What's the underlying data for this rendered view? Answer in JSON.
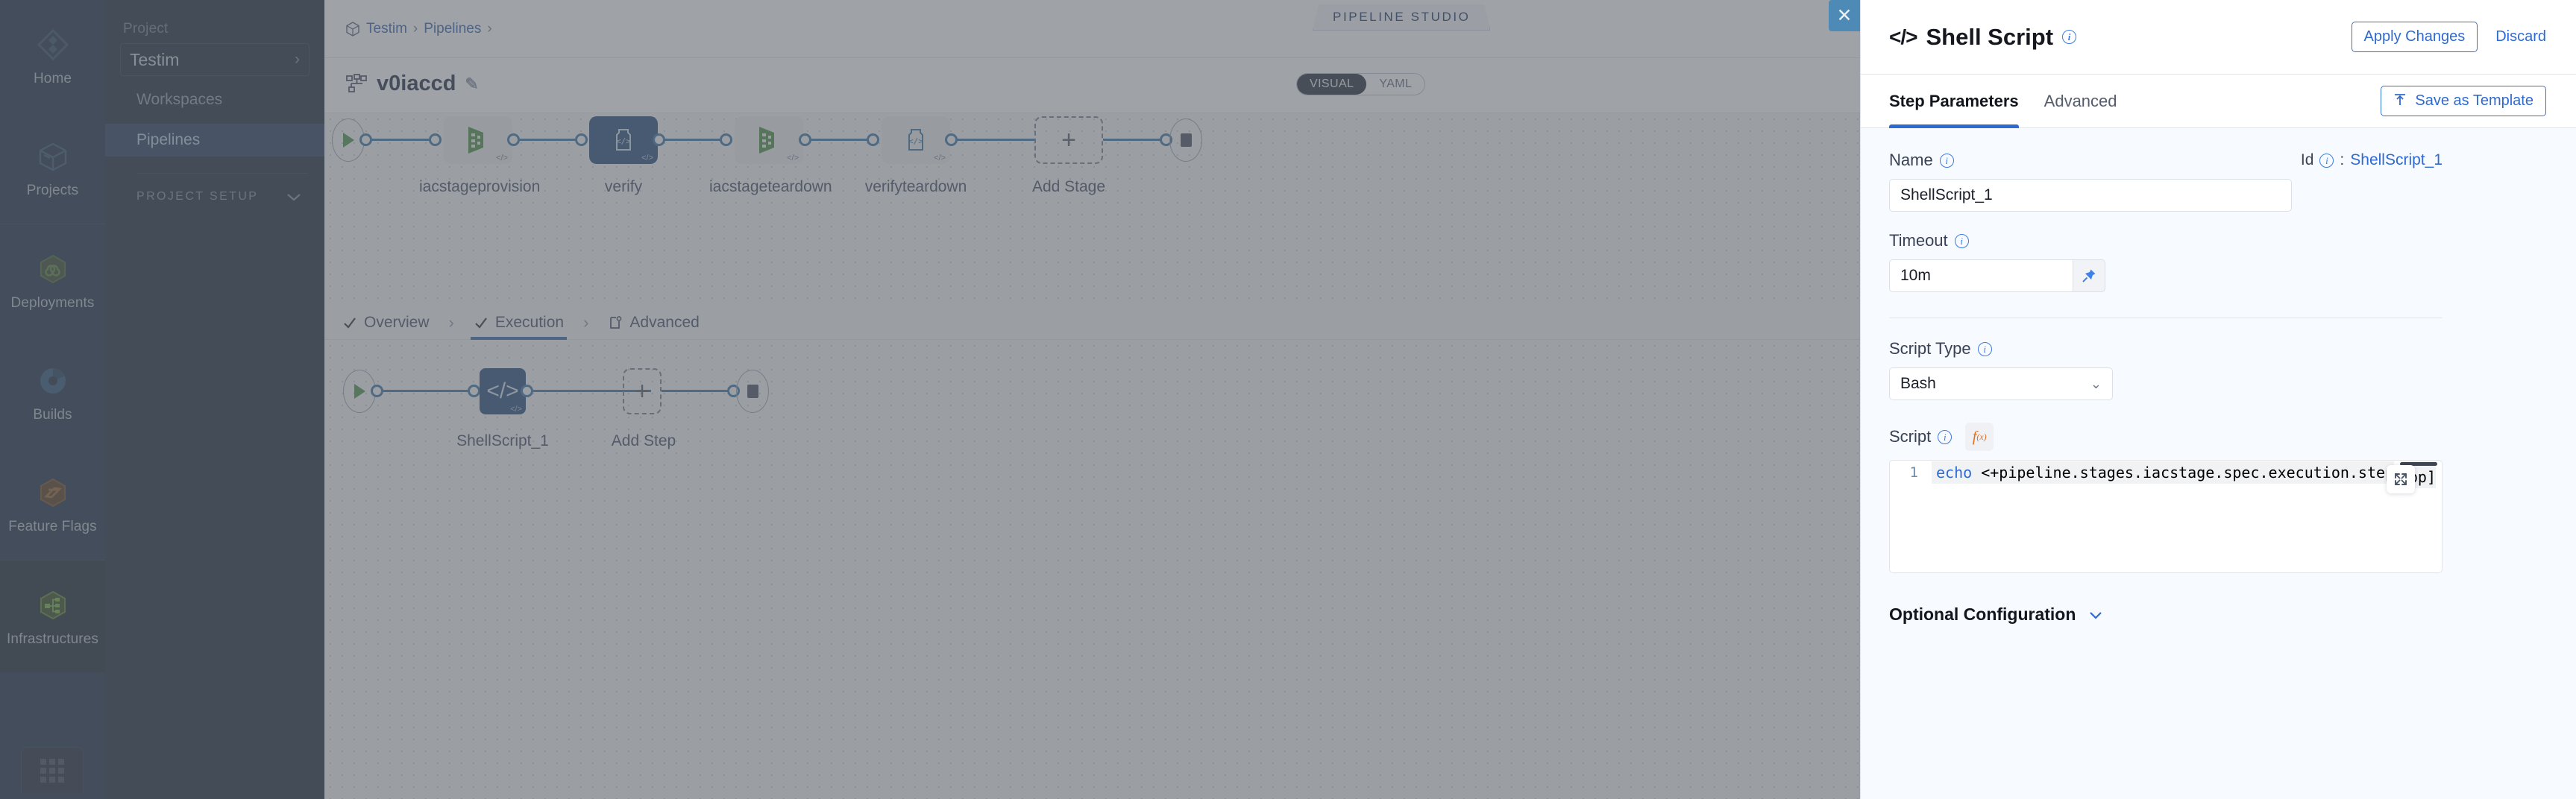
{
  "sidebar": {
    "items": [
      {
        "label": "Home",
        "icon": "home-diamond-icon"
      },
      {
        "label": "Projects",
        "icon": "box-icon"
      },
      {
        "label": "Deployments",
        "icon": "infinity-hex-icon"
      },
      {
        "label": "Builds",
        "icon": "gear-circle-icon"
      },
      {
        "label": "Feature Flags",
        "icon": "flag-hex-icon"
      },
      {
        "label": "Infrastructures",
        "icon": "nodes-hex-icon"
      }
    ],
    "bottom_icon": "grid-apps-icon"
  },
  "project_nav": {
    "label": "Project",
    "selected_project": "Testim",
    "chevron": "›",
    "items": [
      {
        "label": "Workspaces",
        "active": false
      },
      {
        "label": "Pipelines",
        "active": true
      }
    ],
    "setup_label": "PROJECT SETUP"
  },
  "topbar": {
    "breadcrumb": {
      "project": "Testim",
      "section": "Pipelines",
      "sep": "›"
    },
    "studio_badge": "PIPELINE STUDIO",
    "close_glyph": "✕"
  },
  "pipeline_header": {
    "name": "v0iaccd",
    "edit_icon": "pencil-icon",
    "view_toggle": {
      "options": [
        "VISUAL",
        "YAML"
      ],
      "selected": "VISUAL"
    }
  },
  "canvas": {
    "stages": [
      {
        "label": "iacstageprovision",
        "type": "infrastructure",
        "selected": false
      },
      {
        "label": "verify",
        "type": "custom-stage",
        "selected": true
      },
      {
        "label": "iacstageteardown",
        "type": "infrastructure",
        "selected": false
      },
      {
        "label": "verifyteardown",
        "type": "custom-stage",
        "selected": false
      }
    ],
    "add_stage_label": "Add Stage",
    "add_stage_glyph": "+",
    "tabs": [
      {
        "label": "Overview",
        "icon": "check-icon",
        "active": false
      },
      {
        "label": "Execution",
        "icon": "check-icon",
        "active": true
      },
      {
        "label": "Advanced",
        "icon": "advanced-gear-icon",
        "active": false
      }
    ],
    "tab_sep": "›",
    "steps": [
      {
        "label": "ShellScript_1",
        "icon": "code-brackets-icon",
        "selected": true
      }
    ],
    "add_step_label": "Add Step",
    "add_step_glyph": "+"
  },
  "drawer": {
    "title": "Shell Script",
    "title_icon": "code-brackets-icon",
    "title_info_icon": "info-icon",
    "apply_label": "Apply Changes",
    "discard_label": "Discard",
    "tabs": [
      {
        "label": "Step Parameters",
        "active": true
      },
      {
        "label": "Advanced",
        "active": false
      }
    ],
    "save_template_label": "Save as Template",
    "save_template_icon": "upload-template-icon",
    "fields": {
      "name_label": "Name",
      "name_value": "ShellScript_1",
      "id_label": "Id",
      "id_separator": ":",
      "id_value": "ShellScript_1",
      "timeout_label": "Timeout",
      "timeout_value": "10m",
      "pin_icon": "pin-icon",
      "script_type_label": "Script Type",
      "script_type_value": "Bash",
      "script_type_chevron": "⌄",
      "script_label": "Script",
      "fx_label": "f",
      "fx_sub": "(x)",
      "expand_icon": "expand-fullscreen-icon"
    },
    "editor": {
      "line_number": "1",
      "code_keyword": "echo",
      "code_rest": " <+pipeline.stages.iacstage.spec.execution.step",
      "code_tail": "pp]"
    },
    "optional_configuration": {
      "label": "Optional Configuration",
      "chevron": "⌄"
    }
  },
  "colors": {
    "accent_blue": "#2f6ad0",
    "node_selected": "#1c4377",
    "rail_bg": "#10203a",
    "nav_bg": "#111d30",
    "nav_active": "#1c3354",
    "close_btn": "#4d8ab5"
  }
}
